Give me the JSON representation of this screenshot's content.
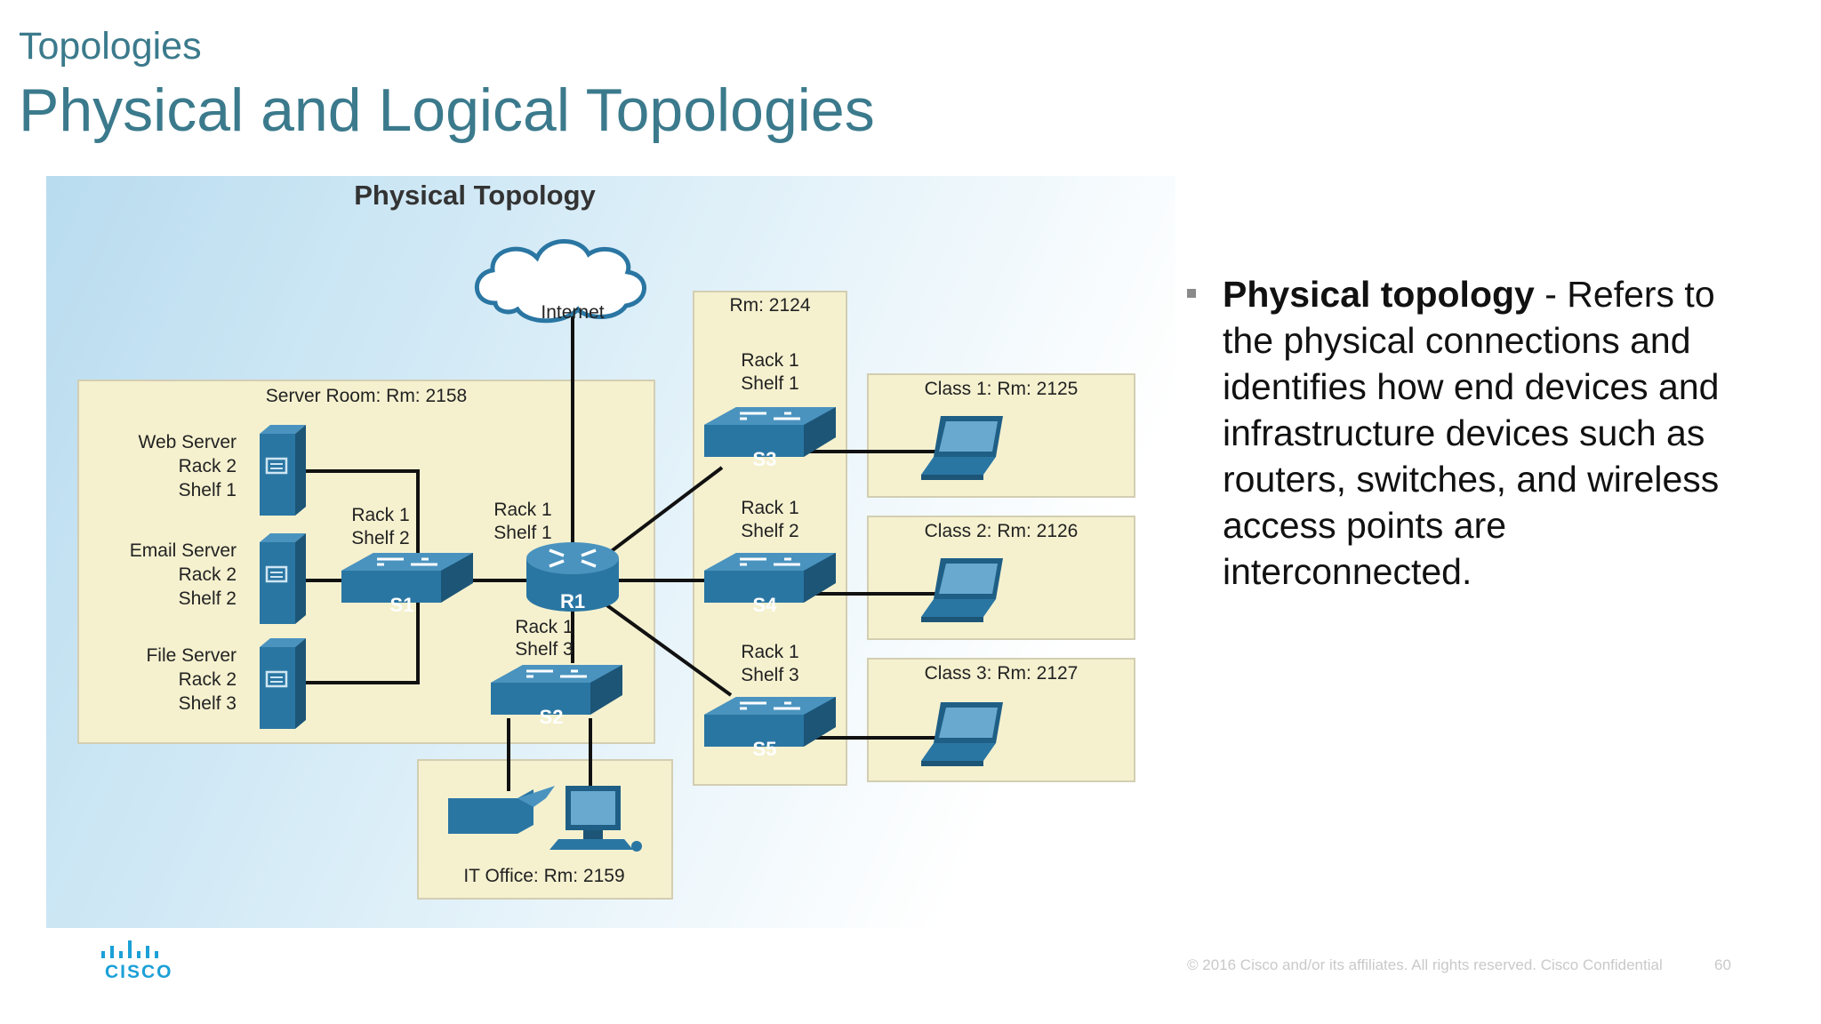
{
  "header": {
    "section": "Topologies",
    "title": "Physical and Logical Topologies"
  },
  "diagram": {
    "title": "Physical Topology",
    "internet": "Internet",
    "rooms": {
      "server_room": "Server Room: Rm: 2158",
      "rm2124": "Rm: 2124",
      "class1": "Class 1: Rm: 2125",
      "class2": "Class 2: Rm: 2126",
      "class3": "Class 3: Rm: 2127",
      "it_office": "IT Office: Rm: 2159"
    },
    "servers": {
      "web": [
        "Web Server",
        "Rack 2",
        "Shelf 1"
      ],
      "email": [
        "Email Server",
        "Rack 2",
        "Shelf 2"
      ],
      "file": [
        "File Server",
        "Rack 2",
        "Shelf 3"
      ]
    },
    "locations": {
      "s1": [
        "Rack 1",
        "Shelf 2"
      ],
      "r1": [
        "Rack 1",
        "Shelf 1"
      ],
      "s2": [
        "Rack 1",
        "Shelf 3"
      ],
      "s3": [
        "Rack 1",
        "Shelf 1"
      ],
      "s4": [
        "Rack 1",
        "Shelf 2"
      ],
      "s5": [
        "Rack 1",
        "Shelf 3"
      ]
    },
    "devices": {
      "s1": "S1",
      "s2": "S2",
      "s3": "S3",
      "s4": "S4",
      "s5": "S5",
      "r1": "R1"
    }
  },
  "bullet": {
    "term": "Physical topology",
    "text": " - Refers to the physical connections and identifies how end devices and infrastructure devices such as routers, switches, and wireless access points are interconnected."
  },
  "footer": {
    "copyright": "© 2016  Cisco and/or its affiliates. All rights reserved.   Cisco Confidential",
    "page": "60"
  },
  "logo": {
    "wordmark": "CISCO"
  }
}
